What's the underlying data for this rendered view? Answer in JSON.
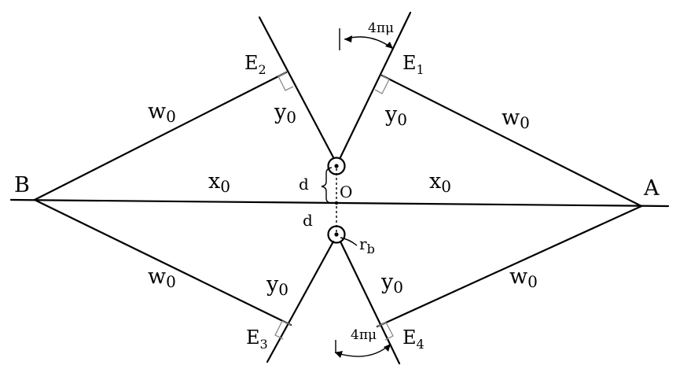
{
  "diagram": {
    "points": {
      "A": "A",
      "B": "B",
      "O": "O",
      "E1": {
        "letter": "E",
        "index": "1"
      },
      "E2": {
        "letter": "E",
        "index": "2"
      },
      "E3": {
        "letter": "E",
        "index": "3"
      },
      "E4": {
        "letter": "E",
        "index": "4"
      }
    },
    "segments": {
      "w_upper_right": {
        "letter": "w",
        "index": "0"
      },
      "w_upper_left": {
        "letter": "w",
        "index": "0"
      },
      "w_lower_left": {
        "letter": "w",
        "index": "0"
      },
      "w_lower_right": {
        "letter": "w",
        "index": "0"
      },
      "y_upper_left": {
        "letter": "y",
        "index": "0"
      },
      "y_upper_right": {
        "letter": "y",
        "index": "0"
      },
      "y_lower_left": {
        "letter": "y",
        "index": "0"
      },
      "y_lower_right": {
        "letter": "y",
        "index": "0"
      },
      "x_left": {
        "letter": "x",
        "index": "0"
      },
      "x_right": {
        "letter": "x",
        "index": "0"
      }
    },
    "distances": {
      "d_upper": "d",
      "d_lower": "d"
    },
    "radius": {
      "letter": "r",
      "index": "b"
    },
    "angles": {
      "upper": "4πμ",
      "lower": "4πμ"
    }
  }
}
